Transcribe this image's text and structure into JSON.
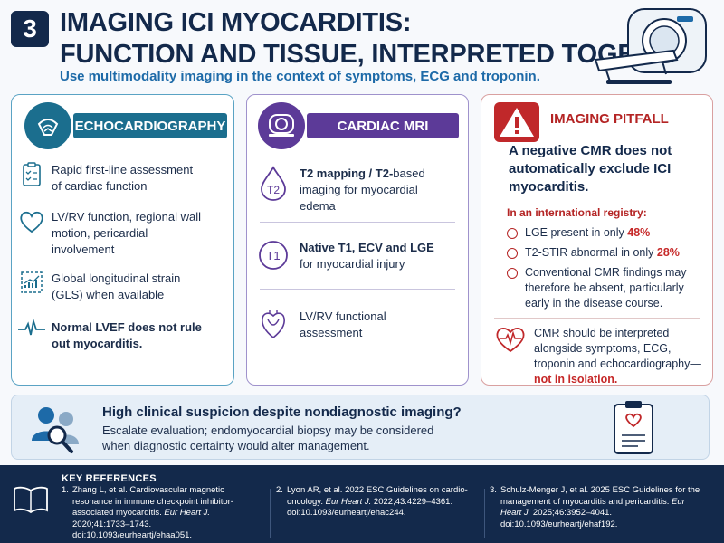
{
  "header": {
    "badge": "3",
    "title_line1": "IMAGING ICI MYOCARDITIS:",
    "title_line2": "FUNCTION AND TISSUE, INTERPRETED TOGETHER",
    "subtitle": "Use multimodality imaging in the context of symptoms, ECG and troponin."
  },
  "echo": {
    "title": "ECHOCARDIOGRAPHY",
    "items": [
      {
        "icon": "checklist-icon",
        "text": "Rapid first-line assessment of cardiac function"
      },
      {
        "icon": "heart-outline-icon",
        "text": "LV/RV function, regional wall motion, pericardial involvement"
      },
      {
        "icon": "strain-chart-icon",
        "text": "Global longitudinal strain (GLS) when available"
      },
      {
        "icon": "ecg-wave-icon",
        "text": "Normal LVEF does not rule out myocarditis."
      }
    ]
  },
  "mri": {
    "title": "CARDIAC MRI",
    "items": [
      {
        "icon_label": "T2",
        "bold": "T2 mapping / T2-",
        "text": "based imaging for myocardial edema"
      },
      {
        "icon_label": "T1",
        "bold": "Native T1, ECV and LGE",
        "text": "for myocardial injury"
      },
      {
        "icon": "heart-anatomy-icon",
        "text": "LV/RV functional assessment"
      }
    ]
  },
  "pitfall": {
    "title": "IMAGING PITFALL",
    "headline": "A negative CMR does not automatically exclude ICI myocarditis.",
    "intro": "In an international registry:",
    "items": [
      {
        "text": "LGE present in only ",
        "value": "48%"
      },
      {
        "text": "T2-STIR abnormal in only ",
        "value": "28%"
      },
      {
        "text": "Conventional CMR findings may therefore be absent, particularly early in the disease course.",
        "value": ""
      }
    ],
    "note": "CMR should be interpreted alongside symptoms, ECG, troponin and echocardiography—",
    "note_emph": "not in isolation."
  },
  "banner": {
    "question": "High clinical suspicion despite nondiagnostic imaging?",
    "text": "Escalate evaluation; endomyocardial biopsy may be considered when diagnostic certainty would alter management."
  },
  "references": {
    "heading": "KEY REFERENCES",
    "items": [
      {
        "num": "1.",
        "pre": "Zhang L, et al. Cardiovascular magnetic resonance in immune checkpoint inhibitor-associated myocarditis. ",
        "journal": "Eur Heart J.",
        "post": " 2020;41:1733–1743. doi:10.1093/eurheartj/ehaa051."
      },
      {
        "num": "2.",
        "pre": "Lyon AR, et al. 2022 ESC Guidelines on cardio-oncology. ",
        "journal": "Eur Heart J.",
        "post": " 2022;43:4229–4361. doi:10.1093/eurheartj/ehac244."
      },
      {
        "num": "3.",
        "pre": "Schulz-Menger J, et al. 2025 ESC Guidelines for the management of myocarditis and pericarditis. ",
        "journal": "Eur Heart J.",
        "post": " 2025;46:3952–4041. doi:10.1093/eurheartj/ehaf192."
      }
    ]
  },
  "colors": {
    "navy": "#13294b",
    "echo": "#1b6e8e",
    "mri": "#5c3a98",
    "pitfall": "#b42424",
    "accent_blue": "#1d6aa8"
  }
}
